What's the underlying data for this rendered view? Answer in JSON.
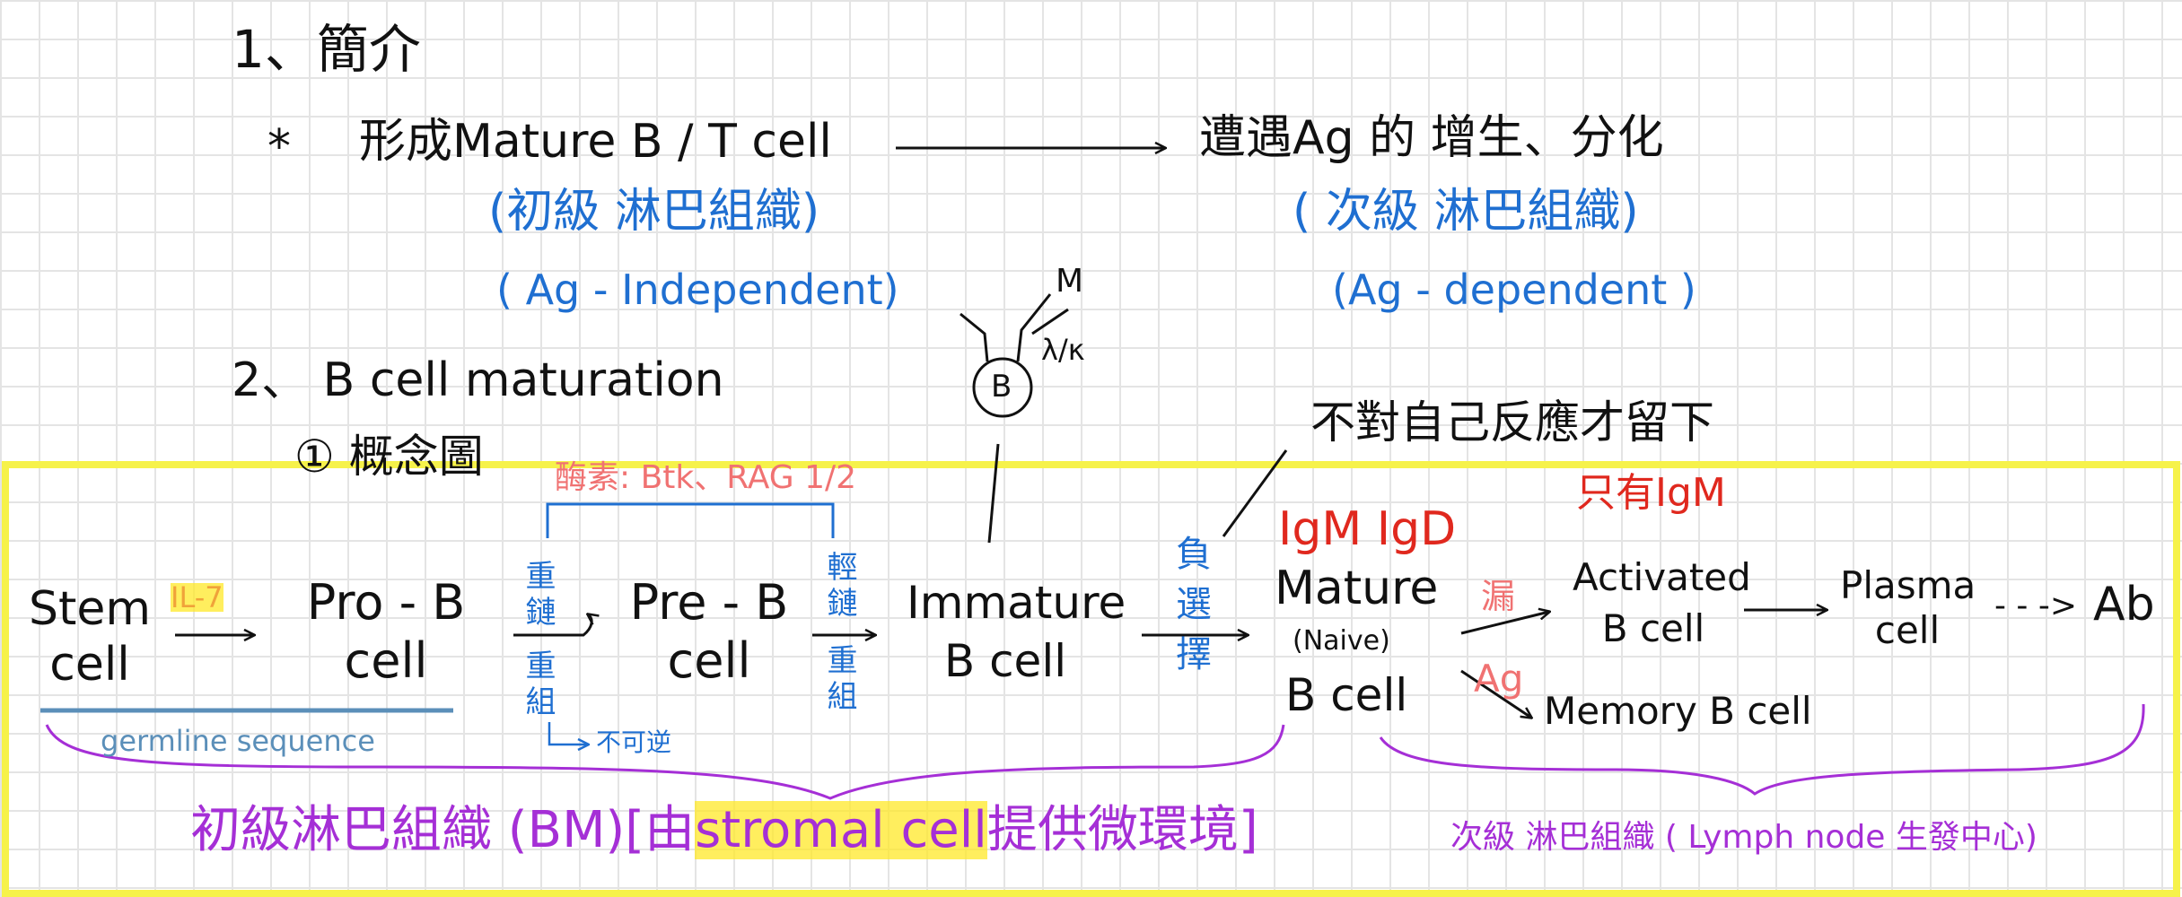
{
  "intro": {
    "heading": "1、簡介",
    "star": "*",
    "form_mature": "形成Mature B / T cell",
    "primary_tissue": "(初級 淋巴組織)",
    "ag_independent": "( Ag - Independent)",
    "encounter_ag": "遭遇Ag 的 增生、分化",
    "secondary_tissue": "( 次級 淋巴組織)",
    "ag_dependent": "(Ag - dependent )"
  },
  "maturation": {
    "heading": "2、 B cell maturation",
    "subheading": "① 概念圖"
  },
  "antibody": {
    "b_label": "B",
    "m_label": "M",
    "lk_label": "λ/κ"
  },
  "enzymes": "酶素: Btk、RAG 1/2",
  "cells": {
    "stem": "Stem cell",
    "pro_b": "Pro - B cell",
    "pre_b": "Pre - B cell",
    "immature": "Immature B cell",
    "mature": "Mature",
    "naive": "(Naive)",
    "mature_b": "B cell",
    "activated": "Activated B cell",
    "plasma": "Plasma cell",
    "ab": "Ab",
    "memory": "Memory B cell"
  },
  "arrows": {
    "il7": "IL-7",
    "heavy": "重鏈",
    "heavy_recomb": "重組",
    "irreversible": "不可逆",
    "light": "輕鏈",
    "light_recomb": "重組",
    "negative_selection": "負選擇",
    "not_self_reactive": "不對自己反應才留下",
    "igm_igd": "IgM IgD",
    "only_igm": "只有IgM",
    "leak": "漏",
    "ag": "Ag",
    "dashes": "- - ->"
  },
  "germline": "germline sequence",
  "tissues": {
    "primary_bm": "初級淋巴組織 (BM)[由",
    "stromal": "stromal cell",
    "micro_env": "提供微環境]",
    "secondary_ln": "次級 淋巴組織 ( Lymph node 生發中心)"
  },
  "colors": {
    "ink": "#111111",
    "blue": "#1f6fd1",
    "red": "#e0281e",
    "salmon": "#f07272",
    "purple": "#a52fd6",
    "yellow_frame": "#f6f24a",
    "highlight": "#ffe828",
    "germline_blue": "#5b8fb9"
  }
}
